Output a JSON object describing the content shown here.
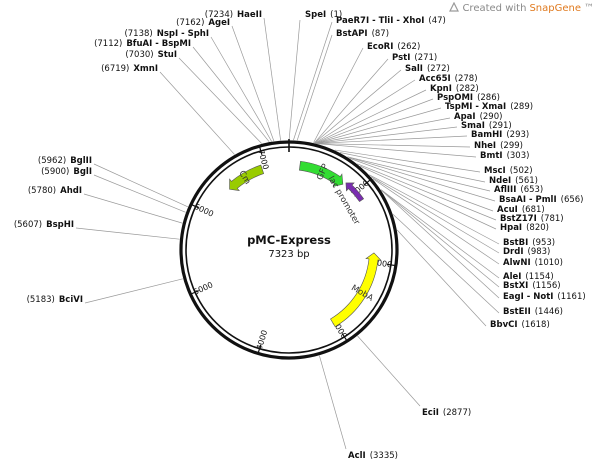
{
  "credit": {
    "prefix": "Created with",
    "brand": "SnapGene",
    "tm": "™"
  },
  "plasmid": {
    "name": "pMC-Express",
    "length_label": "7323 bp",
    "total_bp": 7323
  },
  "ticks": [
    {
      "bp": 1000,
      "label": "1000"
    },
    {
      "bp": 2000,
      "label": "2000"
    },
    {
      "bp": 3000,
      "label": "3000"
    },
    {
      "bp": 4000,
      "label": "4000"
    },
    {
      "bp": 5000,
      "label": "5000"
    },
    {
      "bp": 6000,
      "label": "6000"
    },
    {
      "bp": 7000,
      "label": "7000"
    }
  ],
  "features": [
    {
      "name": "GFP",
      "start": 150,
      "end": 800,
      "color": "#33dd33",
      "arrow": "cw"
    },
    {
      "name": "lac promoter",
      "start": 820,
      "end": 1130,
      "color": "#7a2db0",
      "arrow": "ccw"
    },
    {
      "name": "MobA",
      "start": 1870,
      "end": 3030,
      "color": "#ffff00",
      "arrow": "ccw"
    },
    {
      "name": "Cm",
      "start": 6420,
      "end": 6950,
      "color": "#99cc00",
      "arrow": "ccw"
    }
  ],
  "sites": [
    {
      "name": "SpeI",
      "pos": "(1)",
      "bp": 1,
      "side": "top",
      "order": 0
    },
    {
      "name": "PaeR7I - TliI - XhoI",
      "pos": "(47)",
      "bp": 47,
      "side": "right",
      "order": 0
    },
    {
      "name": "BstAPI",
      "pos": "(87)",
      "bp": 87,
      "side": "right",
      "order": 1
    },
    {
      "name": "EcoRI",
      "pos": "(262)",
      "bp": 262,
      "side": "right",
      "order": 2
    },
    {
      "name": "PstI",
      "pos": "(271)",
      "bp": 271,
      "side": "right",
      "order": 3
    },
    {
      "name": "SalI",
      "pos": "(272)",
      "bp": 272,
      "side": "right",
      "order": 4
    },
    {
      "name": "Acc65I",
      "pos": "(278)",
      "bp": 278,
      "side": "right",
      "order": 5
    },
    {
      "name": "KpnI",
      "pos": "(282)",
      "bp": 282,
      "side": "right",
      "order": 6
    },
    {
      "name": "PspOMI",
      "pos": "(286)",
      "bp": 286,
      "side": "right",
      "order": 7
    },
    {
      "name": "TspMI - XmaI",
      "pos": "(289)",
      "bp": 289,
      "side": "right",
      "order": 8
    },
    {
      "name": "ApaI",
      "pos": "(290)",
      "bp": 290,
      "side": "right",
      "order": 9
    },
    {
      "name": "SmaI",
      "pos": "(291)",
      "bp": 291,
      "side": "right",
      "order": 10
    },
    {
      "name": "BamHI",
      "pos": "(293)",
      "bp": 293,
      "side": "right",
      "order": 11
    },
    {
      "name": "NheI",
      "pos": "(299)",
      "bp": 299,
      "side": "right",
      "order": 12
    },
    {
      "name": "BmtI",
      "pos": "(303)",
      "bp": 303,
      "side": "right",
      "order": 13
    },
    {
      "name": "MscI",
      "pos": "(502)",
      "bp": 502,
      "side": "right",
      "order": 14
    },
    {
      "name": "NdeI",
      "pos": "(561)",
      "bp": 561,
      "side": "right",
      "order": 15
    },
    {
      "name": "AflIII",
      "pos": "(653)",
      "bp": 653,
      "side": "right",
      "order": 16
    },
    {
      "name": "BsaAI - PmlI",
      "pos": "(656)",
      "bp": 656,
      "side": "right",
      "order": 17
    },
    {
      "name": "AcuI",
      "pos": "(681)",
      "bp": 681,
      "side": "right",
      "order": 18
    },
    {
      "name": "BstZ17I",
      "pos": "(781)",
      "bp": 781,
      "side": "right",
      "order": 19
    },
    {
      "name": "HpaI",
      "pos": "(820)",
      "bp": 820,
      "side": "right",
      "order": 20
    },
    {
      "name": "BstBI",
      "pos": "(953)",
      "bp": 953,
      "side": "right",
      "order": 21
    },
    {
      "name": "DrdI",
      "pos": "(983)",
      "bp": 983,
      "side": "right",
      "order": 22
    },
    {
      "name": "AlwNI",
      "pos": "(1010)",
      "bp": 1010,
      "side": "right",
      "order": 23
    },
    {
      "name": "AleI",
      "pos": "(1154)",
      "bp": 1154,
      "side": "right",
      "order": 24
    },
    {
      "name": "BstXI",
      "pos": "(1156)",
      "bp": 1156,
      "side": "right",
      "order": 25
    },
    {
      "name": "EagI - NotI",
      "pos": "(1161)",
      "bp": 1161,
      "side": "right",
      "order": 26
    },
    {
      "name": "BstEII",
      "pos": "(1446)",
      "bp": 1446,
      "side": "right",
      "order": 27
    },
    {
      "name": "BbvCI",
      "pos": "(1618)",
      "bp": 1618,
      "side": "right",
      "order": 28
    },
    {
      "name": "EciI",
      "pos": "(2877)",
      "bp": 2877,
      "side": "bottom",
      "order": 0
    },
    {
      "name": "AclI",
      "pos": "(3335)",
      "bp": 3335,
      "side": "bottom",
      "order": 1
    },
    {
      "name": "HaeII",
      "pos": "(7234)",
      "bp": 7234,
      "side": "left",
      "order": 0
    },
    {
      "name": "AgeI",
      "pos": "(7162)",
      "bp": 7162,
      "side": "left",
      "order": 1
    },
    {
      "name": "NspI - SphI",
      "pos": "(7138)",
      "bp": 7138,
      "side": "left",
      "order": 2
    },
    {
      "name": "BfuAI - BspMI",
      "pos": "(7112)",
      "bp": 7112,
      "side": "left",
      "order": 3
    },
    {
      "name": "StuI",
      "pos": "(7030)",
      "bp": 7030,
      "side": "left",
      "order": 4
    },
    {
      "name": "XmnI",
      "pos": "(6719)",
      "bp": 6719,
      "side": "left",
      "order": 5
    },
    {
      "name": "BglII",
      "pos": "(5962)",
      "bp": 5962,
      "side": "left",
      "order": 6
    },
    {
      "name": "BglI",
      "pos": "(5900)",
      "bp": 5900,
      "side": "left",
      "order": 7
    },
    {
      "name": "AhdI",
      "pos": "(5780)",
      "bp": 5780,
      "side": "left",
      "order": 8
    },
    {
      "name": "BspHI",
      "pos": "(5607)",
      "bp": 5607,
      "side": "left",
      "order": 9
    },
    {
      "name": "BciVI",
      "pos": "(5183)",
      "bp": 5183,
      "side": "left",
      "order": 10
    }
  ]
}
